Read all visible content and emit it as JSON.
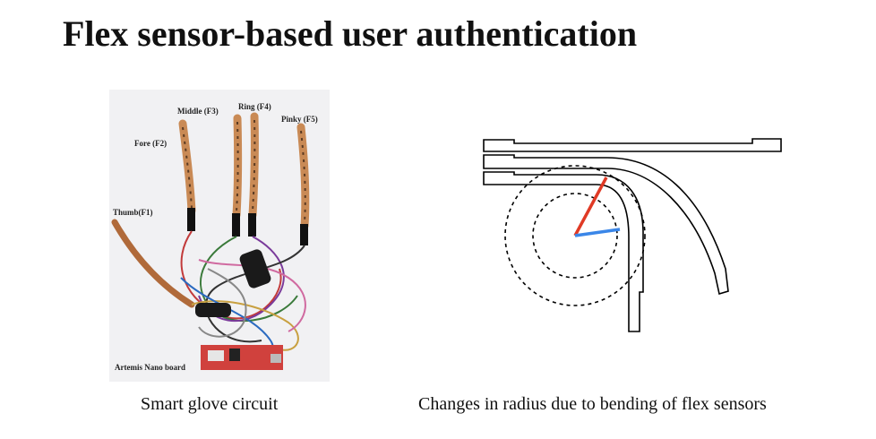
{
  "title": "Flex sensor-based user authentication",
  "photo": {
    "caption": "Smart glove circuit",
    "labels": {
      "thumb": "Thumb(F1)",
      "fore": "Fore (F2)",
      "middle": "Middle (F3)",
      "ring": "Ring (F4)",
      "pinky": "Pinky (F5)",
      "board": "Artemis Nano board"
    }
  },
  "diagram": {
    "caption": "Changes in radius due to bending of flex sensors",
    "colors": {
      "large_radius": "#e03a25",
      "small_radius": "#3a86e8",
      "outline": "#000000"
    }
  }
}
